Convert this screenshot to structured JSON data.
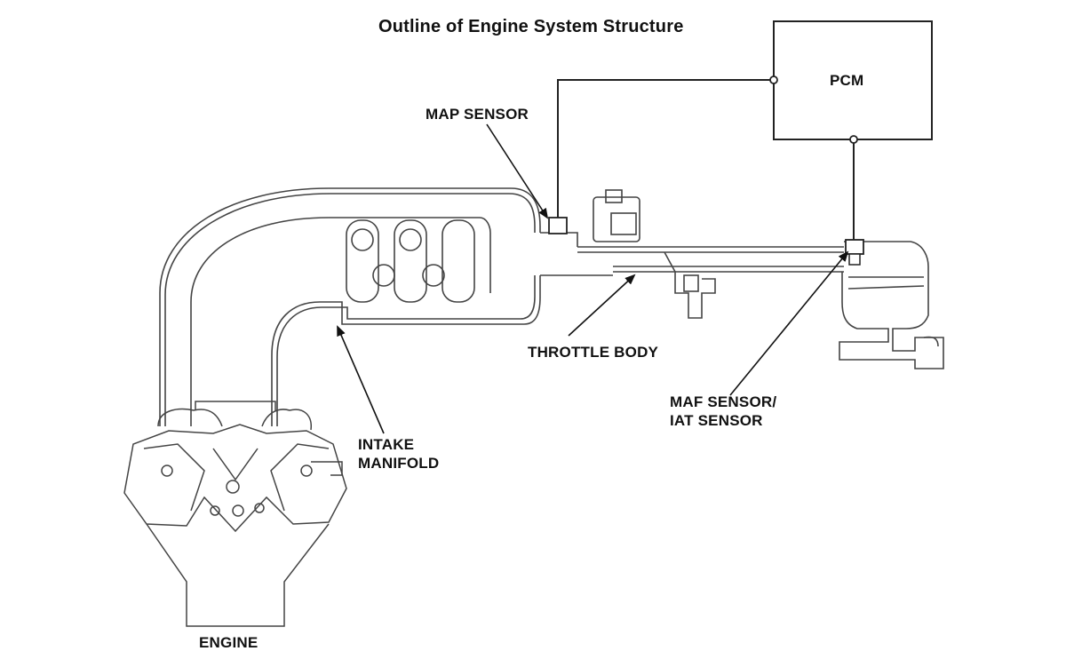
{
  "title": "Outline of Engine System Structure",
  "labels": {
    "pcm": "PCM",
    "map_sensor": "MAP SENSOR",
    "throttle_body": "THROTTLE BODY",
    "maf_line1": "MAF SENSOR/",
    "maf_line2": "IAT SENSOR",
    "intake_line1": "INTAKE",
    "intake_line2": "MANIFOLD",
    "engine": "ENGINE"
  },
  "colors": {
    "line": "#222222",
    "light_line": "#555555",
    "background": "#ffffff"
  }
}
